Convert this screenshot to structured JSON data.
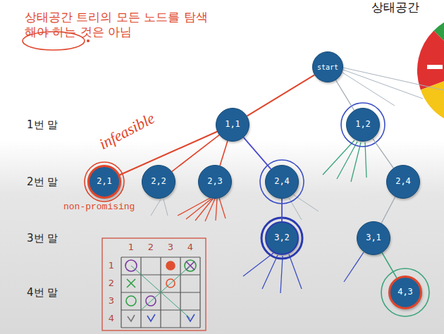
{
  "diagram": {
    "nodes": [
      {
        "text": [
          "start"
        ]
      },
      {
        "text": [
          "1,1"
        ]
      },
      {
        "text": [
          "1,2"
        ]
      },
      {
        "text": [
          "2,1"
        ]
      },
      {
        "text": [
          "2,2"
        ]
      },
      {
        "text": [
          "2,3"
        ]
      },
      {
        "text": [
          "2,4"
        ]
      },
      {
        "text": [
          "2,4"
        ]
      },
      {
        "text": [
          "3,2"
        ]
      },
      {
        "text": [
          "3,1"
        ]
      },
      {
        "text": [
          "4,3"
        ]
      }
    ],
    "edges": [
      {
        "from": 0,
        "to": 1,
        "arrow": "none"
      },
      {
        "from": 0,
        "to": 2,
        "arrow": "none"
      },
      {
        "from": 1,
        "to": 3,
        "arrow": "none"
      },
      {
        "from": 1,
        "to": 4,
        "arrow": "none"
      },
      {
        "from": 1,
        "to": 5,
        "arrow": "none"
      },
      {
        "from": 1,
        "to": 6,
        "arrow": "none"
      },
      {
        "from": 2,
        "to": 7,
        "arrow": "none"
      },
      {
        "from": 6,
        "to": 8,
        "arrow": "none"
      },
      {
        "from": 7,
        "to": 9,
        "arrow": "none"
      },
      {
        "from": 9,
        "to": 10,
        "arrow": "none"
      }
    ],
    "labels": [
      "상태공간 트리의 모든 노드를 탐색해야 하는 것은 아님",
      "상태공간",
      "1번 말",
      "2번 말",
      "3번 말",
      "4번 말",
      "infeasible",
      "non-promising",
      "1",
      "2",
      "3",
      "4",
      "1",
      "2",
      "3",
      "4"
    ]
  }
}
